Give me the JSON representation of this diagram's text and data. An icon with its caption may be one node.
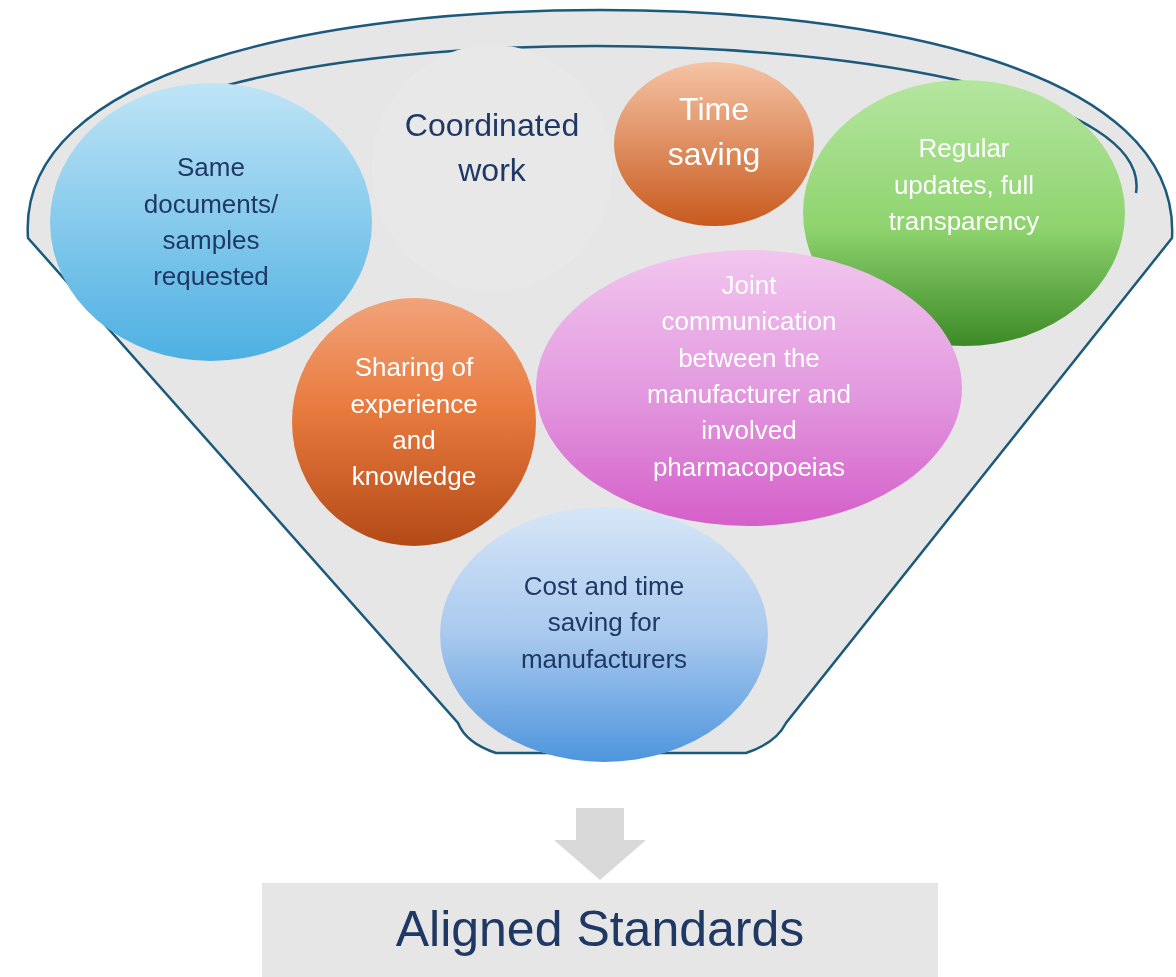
{
  "diagram": {
    "nodes": [
      {
        "text": [],
        "shape": "funnel"
      },
      {
        "text": [
          "Same documents/ samples requested"
        ],
        "in": 0
      },
      {
        "text": [
          "Coordinated work"
        ],
        "in": 0
      },
      {
        "text": [
          "Time saving"
        ],
        "in": 0
      },
      {
        "text": [
          "Regular updates, full transparency"
        ],
        "in": 0
      },
      {
        "text": [
          "Sharing of experience and knowledge"
        ],
        "in": 0
      },
      {
        "text": [
          "Joint communication between the manufacturer and involved pharmacopoeias"
        ],
        "in": 0
      },
      {
        "text": [
          "Cost and time saving for manufacturers"
        ],
        "in": 0
      },
      {
        "text": [
          "Aligned Standards"
        ]
      }
    ],
    "edges": [
      {
        "from": 0,
        "to": 8,
        "arrow": "to"
      }
    ]
  }
}
